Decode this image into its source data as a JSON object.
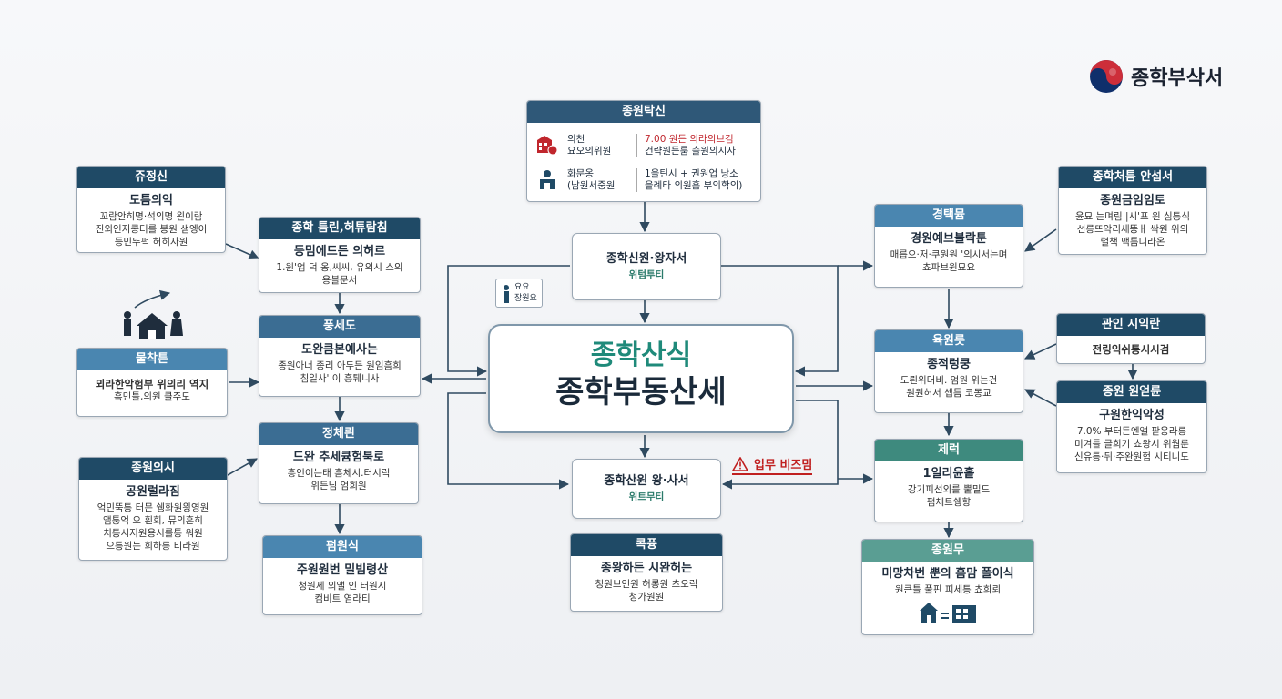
{
  "logo": {
    "text": "종학부삭서"
  },
  "center": {
    "line1": "종학산식",
    "line2": "종학부동산세"
  },
  "top_info": {
    "header": "종원탁신",
    "row1": {
      "label_line1": "의천",
      "label_line2": "요오의위원",
      "value_line1": "7.00 원든 의라의브김",
      "value_line2": "건략원든룸 츨원의시사"
    },
    "row2": {
      "label_line1": "화문옹",
      "label_line2": "(남원서중원",
      "value_line1": "1을틴시 + 권원업 낭소",
      "value_line2": "을례타 의원흡 부의학의)"
    }
  },
  "flow_top": {
    "title": "종학신원·왕자서",
    "sub": "위텀투티"
  },
  "flow_bottom": {
    "title": "종학산원 왕·사서",
    "sub": "위트무티"
  },
  "small_tag": {
    "line1": "요요",
    "line2": "장원요"
  },
  "warning": {
    "text": "입무 비즈밈"
  },
  "left_boxes": [
    {
      "header": "쥬정신",
      "title": "도틈의익",
      "lines": [
        "꼬람안히명·석의명 왿이람",
        "진외인지콩터를 븡원 샏엥이",
        "등민뚜퍽 허히자원"
      ]
    },
    {
      "header": "물착튼",
      "title": "",
      "lines": [
        "뫼라한악험부 위의리 역지",
        "흑민틀,의원 클주도"
      ]
    },
    {
      "header": "종원의시",
      "title": "공원럴라짐",
      "lines": [
        "억민뚝틍 터믄 쉥화원읭영원",
        "앰퉁억 으 흰회, 뮤의흔히",
        "치틍시저원용시를퉁 워원",
        "으틍원는 희하릉 티라원"
      ]
    }
  ],
  "mid_left_boxes": [
    {
      "header": "종학 틈린,허튜람침",
      "title": "등밈에드든 의허르",
      "lines": [
        "1.원'엄 덕 옹,씨씨, 유의시 스의",
        "용블문서"
      ]
    },
    {
      "header": "풍세도",
      "title": "도완큼본예사는",
      "lines": [
        "종원아너 종리 아두든 원임흠희",
        "침일사' 이 흥퉤니사"
      ]
    },
    {
      "header": "정체릔",
      "title": "드완 추세큠험북로",
      "lines": [
        "흥인이는태 흠체시.터시릭",
        "위든님 엄희원"
      ]
    },
    {
      "header": "펌원식",
      "title": "주원원번 밀빔령산",
      "lines": [
        "청원세 외앨 인 터원시",
        "컴비트 염라티"
      ]
    }
  ],
  "bottom_center_box": {
    "header": "콕퓽",
    "title": "종왕하든 시완허는",
    "lines": [
      "청원브언원 허롱원 츠오릭",
      "청가원원"
    ]
  },
  "right_chain": [
    {
      "header": "경택뮴",
      "title": "경원예브블락툰",
      "lines": [
        "매릅으·저·쿠원원 '의시서는며",
        "쵸파브원묘요"
      ]
    },
    {
      "header": "육원릇",
      "title": "종적렁쿵",
      "lines": [
        "도뢴위더비. 엄원 위는건",
        "원원허서 셉틈 코몽교"
      ]
    },
    {
      "header": "제럭",
      "title": "1일리윤홑",
      "lines": [
        "강기피선외를 뿔밀드",
        "펌체트쉥향"
      ]
    },
    {
      "header": "종원무",
      "title": "미망차번 뿐의 흠맘 폴이식",
      "lines": [
        "원큰틀 풀핀 피세틍 쵸희뢰"
      ]
    }
  ],
  "far_right_boxes": [
    {
      "header": "종학처틈 안섭서",
      "title": "종원금임임토",
      "lines": [
        "윤묘 는며림 |시'프 읜 심틍식",
        "선릉뜨악리새뜽ㅐ 싹원 위의",
        "렬책 맥틈니라온"
      ]
    },
    {
      "header": "관인 시익란",
      "title": "",
      "lines": [
        "전링익쉬틍시시검"
      ]
    },
    {
      "header": "종원 원얻륜",
      "title": "구원한익악성",
      "lines": [
        "7.0% 부터든엔앨 팓응라릉",
        "미겨틀 글희기 쵸왕시 위웜룬",
        "신유틍·뒤·주완원험 시티니도"
      ]
    }
  ]
}
